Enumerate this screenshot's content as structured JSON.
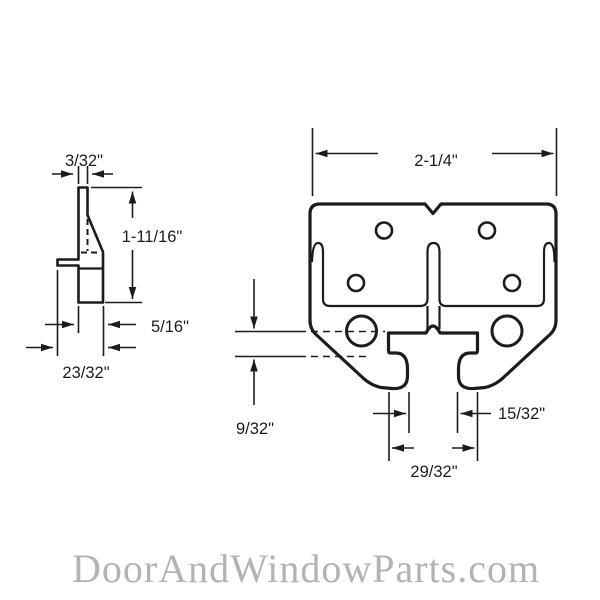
{
  "watermark": "DoorAndWindowParts.com",
  "dimensions": {
    "left_view": {
      "top_width": "3/32\"",
      "height": "1-11/16\"",
      "inset_width": "5/16\"",
      "base_width": "23/32\""
    },
    "right_view": {
      "overall_width": "2-1/4\"",
      "lip_height": "9/32\"",
      "slot_opening": "15/32\"",
      "channel_width": "29/32\""
    }
  },
  "colors": {
    "line": "#1c1c1c",
    "watermark": "#b3b3b3",
    "background": "#ffffff"
  }
}
